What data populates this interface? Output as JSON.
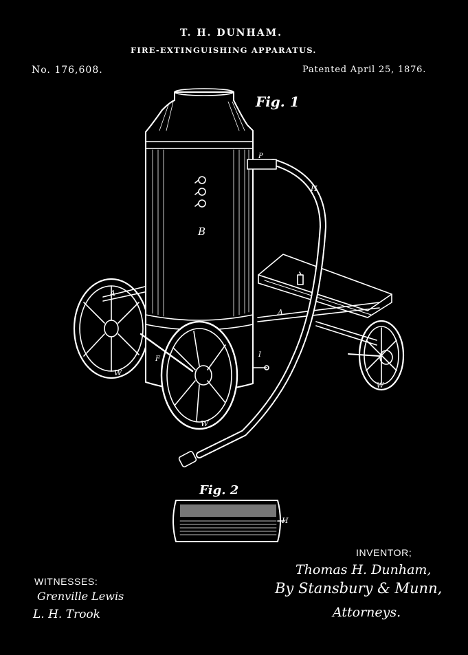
{
  "header": {
    "inventor": "T. H. DUNHAM.",
    "title": "FIRE-EXTINGUISHING APPARATUS.",
    "patent_number": "No. 176,608.",
    "patent_date": "Patented April 25, 1876."
  },
  "figures": {
    "fig1_label": "Fig. 1",
    "fig2_label": "Fig. 2",
    "labels": {
      "B": "B",
      "P": "P",
      "H1": "H",
      "A1": "A",
      "A2": "A",
      "F": "F",
      "I": "I",
      "W1": "W",
      "W2": "W",
      "W3": "W",
      "H2": "H"
    }
  },
  "signatures": {
    "witnesses_heading": "WITNESSES:",
    "witness_1": "Grenville Lewis",
    "witness_2": "L. H. Trook",
    "inventor_heading": "INVENTOR;",
    "inventor_name": "Thomas H. Dunham,",
    "attorney_line": "By Stansbury & Munn,",
    "attorneys": "Attorneys."
  },
  "colors": {
    "background": "#000000",
    "ink": "#ffffff"
  }
}
